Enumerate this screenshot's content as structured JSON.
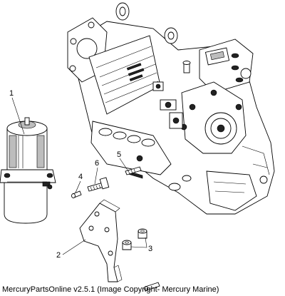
{
  "callouts": {
    "pump": "1",
    "bracket": "2",
    "washer": "3",
    "pin": "4",
    "stud": "5",
    "bolt": "6"
  },
  "footer": "MercuryPartsOnline v2.5.1 (Image Copyright- Mercury Marine)"
}
